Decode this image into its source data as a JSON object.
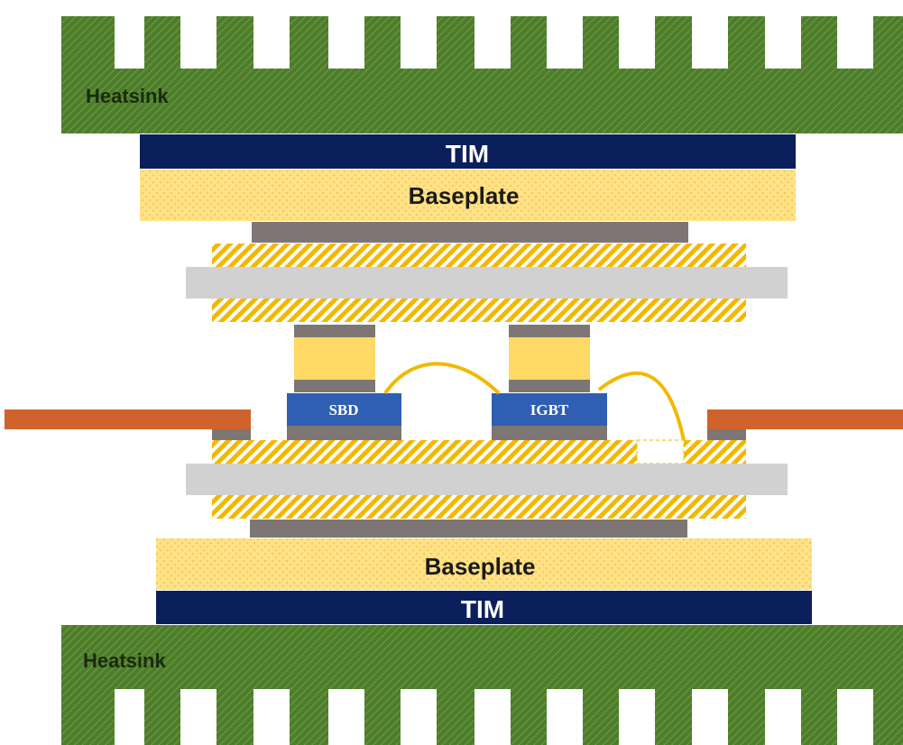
{
  "labels": {
    "heatsink_top": "Heatsink",
    "tim_top": "TIM",
    "baseplate_top": "Baseplate",
    "die_sbd": "SBD",
    "die_igbt": "IGBT",
    "baseplate_bottom": "Baseplate",
    "tim_bottom": "TIM",
    "heatsink_bottom": "Heatsink"
  },
  "colors": {
    "heatsink": "#4e7d2c",
    "tim": "#0b1f5c",
    "baseplate": "#ffe28a",
    "solder": "#7d7675",
    "copper_hatch": "#f2b800",
    "ceramic": "#d1d1d1",
    "spacer": "#ffd966",
    "die": "#2f5fb3",
    "terminal": "#d0622b",
    "wire_bond": "#f2b800"
  }
}
